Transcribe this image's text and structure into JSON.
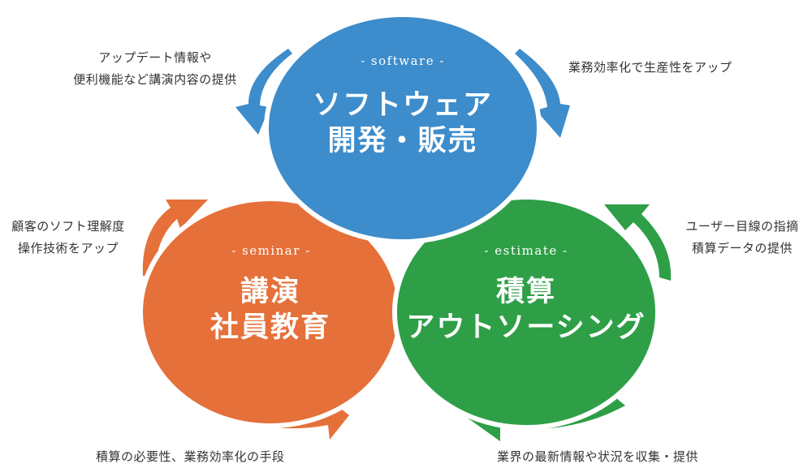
{
  "colors": {
    "software": "#3d8ccb",
    "seminar": "#e5703a",
    "estimate": "#2e9f47",
    "text": "#333333"
  },
  "software": {
    "tag": "- software -",
    "title_line1": "ソフトウェア",
    "title_line2": "開発・販売"
  },
  "seminar": {
    "tag": "- seminar -",
    "title_line1": "講演",
    "title_line2": "社員教育"
  },
  "estimate": {
    "tag": "- estimate -",
    "title_line1": "積算",
    "title_line2": "アウトソーシング"
  },
  "notes": {
    "top_left": [
      "アップデート情報や",
      "便利機能など講演内容の提供"
    ],
    "top_right": [
      "業務効率化で生産性をアップ"
    ],
    "mid_left": [
      "顧客のソフト理解度",
      "操作技術をアップ"
    ],
    "mid_right": [
      "ユーザー目線の指摘",
      "積算データの提供"
    ],
    "bottom_left": [
      "積算の必要性、業務効率化の手段"
    ],
    "bottom_right": [
      "業界の最新情報や状況を収集・提供"
    ]
  }
}
